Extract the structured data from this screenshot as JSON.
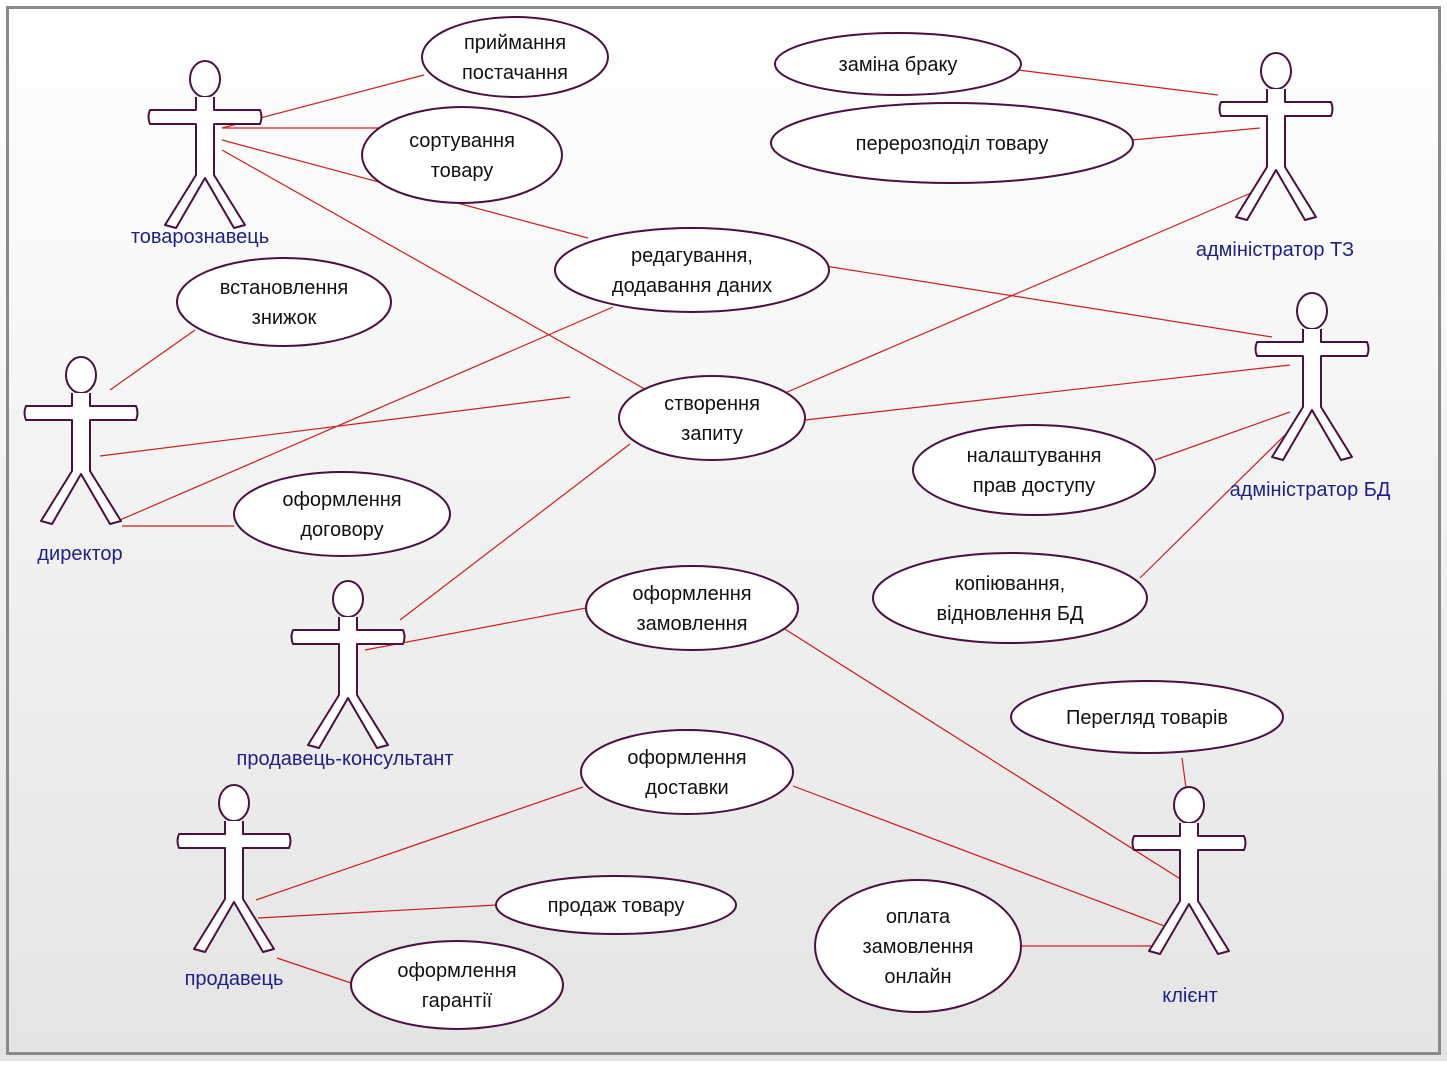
{
  "colors": {
    "actor": "#1f1f88",
    "connector": "#cc1f1f",
    "outline": "#4a1040",
    "frame": "#8a8a8a",
    "bg_top": "#ffffff",
    "bg_bottom": "#e4e4e4"
  },
  "actors": [
    {
      "id": "tovaroznavets",
      "name": "товарознавець"
    },
    {
      "id": "admin-tz",
      "name": "адміністратор ТЗ"
    },
    {
      "id": "admin-bd",
      "name": "адміністратор БД"
    },
    {
      "id": "dyrektor",
      "name": "директор"
    },
    {
      "id": "prodavets-konsultant",
      "name": "продавець-консультант"
    },
    {
      "id": "prodavets",
      "name": "продавець"
    },
    {
      "id": "kliient",
      "name": "клієнт"
    }
  ],
  "use_cases": [
    {
      "id": "pryimannia",
      "lines": [
        "приймання",
        "постачання"
      ]
    },
    {
      "id": "sortuvannia",
      "lines": [
        "сортування",
        "товару"
      ]
    },
    {
      "id": "zamina",
      "lines": [
        "заміна браку"
      ]
    },
    {
      "id": "pererozpodil",
      "lines": [
        "перерозподіл товару"
      ]
    },
    {
      "id": "redahuvannia",
      "lines": [
        "редагування,",
        "додавання даних"
      ]
    },
    {
      "id": "vstanovlennia",
      "lines": [
        "встановлення",
        "знижок"
      ]
    },
    {
      "id": "stvorennia",
      "lines": [
        "створення",
        "запиту"
      ]
    },
    {
      "id": "nalashtuvannia",
      "lines": [
        "налаштування",
        "прав доступу"
      ]
    },
    {
      "id": "dohovir",
      "lines": [
        "оформлення",
        "договору"
      ]
    },
    {
      "id": "kopiiuvannia",
      "lines": [
        "копіювання,",
        "відновлення БД"
      ]
    },
    {
      "id": "zamovlennia",
      "lines": [
        "оформлення",
        "замовлення"
      ]
    },
    {
      "id": "perehliad",
      "lines": [
        "Перегляд товарів"
      ]
    },
    {
      "id": "dostavka",
      "lines": [
        "оформлення",
        "доставки"
      ]
    },
    {
      "id": "prodazh",
      "lines": [
        "продаж товару"
      ]
    },
    {
      "id": "oplata",
      "lines": [
        "оплата",
        "замовлення",
        "онлайн"
      ]
    },
    {
      "id": "harantiia",
      "lines": [
        "оформлення",
        "гарантії"
      ]
    }
  ],
  "associations": [
    [
      "tovaroznavets",
      "pryimannia"
    ],
    [
      "tovaroznavets",
      "sortuvannia"
    ],
    [
      "tovaroznavets",
      "redahuvannia"
    ],
    [
      "tovaroznavets",
      "stvorennia"
    ],
    [
      "admin-tz",
      "zamina"
    ],
    [
      "admin-tz",
      "pererozpodil"
    ],
    [
      "admin-tz",
      "stvorennia"
    ],
    [
      "admin-bd",
      "redahuvannia"
    ],
    [
      "admin-bd",
      "stvorennia"
    ],
    [
      "admin-bd",
      "nalashtuvannia"
    ],
    [
      "admin-bd",
      "kopiiuvannia"
    ],
    [
      "dyrektor",
      "vstanovlennia"
    ],
    [
      "dyrektor",
      "redahuvannia"
    ],
    [
      "dyrektor",
      "stvorennia"
    ],
    [
      "dyrektor",
      "dohovir"
    ],
    [
      "prodavets-konsultant",
      "stvorennia"
    ],
    [
      "prodavets-konsultant",
      "zamovlennia"
    ],
    [
      "prodavets",
      "dostavka"
    ],
    [
      "prodavets",
      "prodazh"
    ],
    [
      "prodavets",
      "harantiia"
    ],
    [
      "kliient",
      "zamovlennia"
    ],
    [
      "kliient",
      "dostavka"
    ],
    [
      "kliient",
      "oplata"
    ],
    [
      "kliient",
      "perehliad"
    ]
  ]
}
